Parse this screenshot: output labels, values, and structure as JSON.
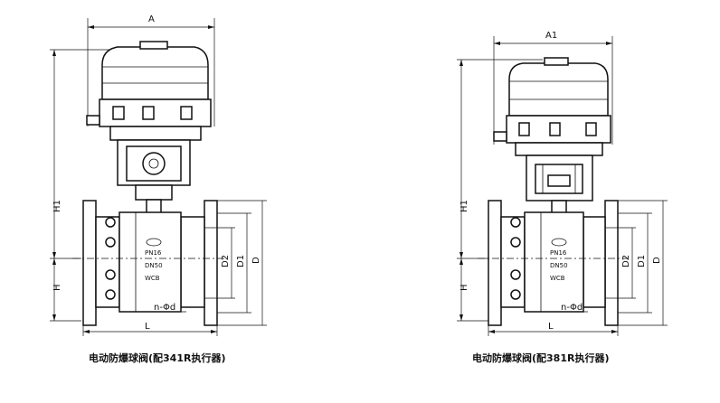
{
  "left_valve": {
    "caption": "电动防爆球阀(配341R执行器)",
    "dims": {
      "width": "A",
      "height_total": "H1",
      "height_lower": "H",
      "length": "L",
      "d_outer": "D",
      "d1": "D1",
      "d2": "D2",
      "holes": "n-Φd"
    },
    "body_marks": [
      "PN16",
      "DN50",
      "WCB"
    ]
  },
  "right_valve": {
    "caption": "电动防爆球阀(配381R执行器)",
    "dims": {
      "width": "A1",
      "height_total": "H1",
      "height_lower": "H",
      "length": "L",
      "d_outer": "D",
      "d1": "D1",
      "d2": "D2",
      "holes": "n-Φd"
    },
    "body_marks": [
      "PN16",
      "DN50",
      "WCB"
    ]
  }
}
